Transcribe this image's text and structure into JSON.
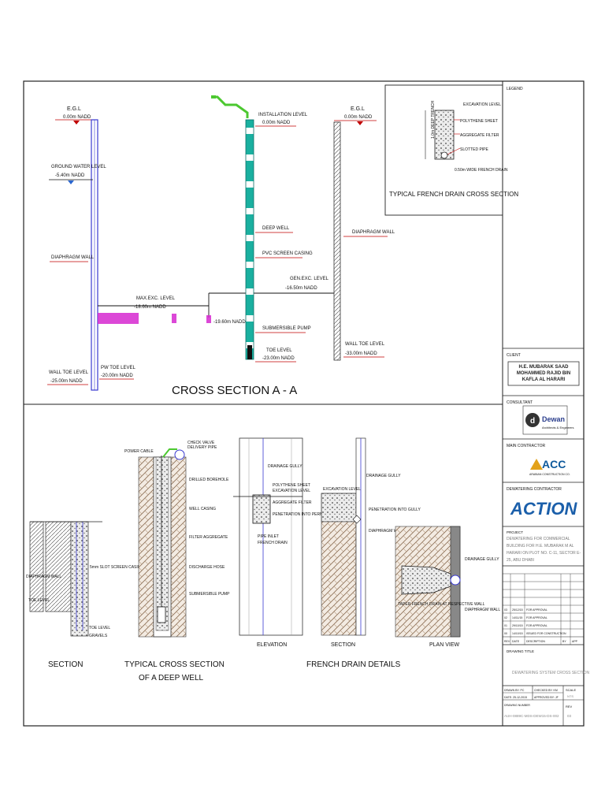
{
  "section_aa": {
    "title": "CROSS SECTION A - A",
    "left_egl": {
      "label": "E.G.L",
      "value": "0.00m NADD"
    },
    "ground_water": {
      "label": "GROUND WATER LEVEL",
      "value": "-5.40m NADD"
    },
    "diaphragm_wall_left": "DIAPHRAGM WALL",
    "wall_toe_left": {
      "label": "WALL TOE LEVEL",
      "value": "-25.00m NADD"
    },
    "pw_toe": {
      "label": "PW TOE LEVEL",
      "value": "-20.00m NADD"
    },
    "max_exc": {
      "label": "MAX.EXC. LEVEL",
      "value": "-18.60m NADD"
    },
    "side_level": "-19.60m NADD",
    "installation_level": {
      "label": "INSTALLATION LEVEL",
      "value": "0.00m NADD"
    },
    "deep_well": "DEEP WELL",
    "pvc_screen": "PVC SCREEN CASING",
    "gen_exc": {
      "label": "GEN.EXC. LEVEL",
      "value": "-16.50m NADD"
    },
    "submersible_pump": "SUBMERSIBLE PUMP",
    "toe_level": {
      "label": "TOE LEVEL",
      "value": "-23.00m NADD"
    },
    "right_egl": {
      "label": "E.G.L",
      "value": "0.00m NADD"
    },
    "diaphragm_wall_right": "DIAPHRAGM WALL",
    "wall_toe_right": {
      "label": "WALL TOE LEVEL",
      "value": "-33.00m NADD"
    }
  },
  "typical_french_drain": {
    "title": "TYPICAL FRENCH DRAIN CROSS SECTION",
    "excavation_level": "EXCAVATION LEVEL",
    "polythene_sheet": "POLYTHENE SHEET",
    "aggregate_filter": "AGGREGATE FILTER",
    "slotted_pipe": "SLOTTED PIPE",
    "depth_note": "1.0m DEEP TRENCH",
    "width_note": "0.50m WIDE FRENCH DRAIN"
  },
  "details": {
    "section": {
      "title": "SECTION",
      "diaphragm_wall": "DIAPHRAGM WALL",
      "toe_level": "TOE LEVEL",
      "well_note": "5mm SLOT SCREEN CASING",
      "bottom_level": "TOE LEVEL",
      "gravel": "GRAVELS"
    },
    "deep_well": {
      "title_line1": "TYPICAL CROSS SECTION",
      "title_line2": "OF A DEEP WELL",
      "power_cable": "POWER CABLE",
      "check_valve": "CHECK VALVE",
      "delivery_pipe": "DELIVERY PIPE",
      "drilled_borehole": "DRILLED BOREHOLE",
      "well_casing": "WELL CASING",
      "filter_aggregate": "FILTER AGGREGATE",
      "discharge_hose": "DISCHARGE HOSE",
      "submersible_pump": "SUBMERSIBLE PUMP"
    },
    "french_drain": {
      "title": "FRENCH DRAIN DETAILS",
      "elevation": "ELEVATION",
      "section": "SECTION",
      "plan_view": "PLAN VIEW",
      "drainage_gully": "DRAINAGE GULLY",
      "polythene_sheet": "POLYTHENE SHEET",
      "excavation_level": "EXCAVATION LEVEL",
      "aggregate_filter": "AGGREGATE FILTER",
      "penetration": "PENETRATION INTO PERMANENT CASING",
      "pipe_inlet": "PIPE INLET",
      "french_drain": "FRENCH DRAIN",
      "taper_note": "TAPER FRENCH DRAIN AT RESPECTIVE WALL",
      "diaphragm_wall": "DIAPHRAGM WALL",
      "penetration_into_gully": "PENETRATION INTO GULLY",
      "diaphragm_wall_plan": "DIAPHRAGM WALL"
    }
  },
  "title_block": {
    "legend_header": "LEGEND",
    "client_header": "CLIENT",
    "client_name": "H.E. MUBARAK SAAD MOHAMMED RAJID BIN KAFLA AL HARARI",
    "consultant_header": "CONSULTANT",
    "consultant_name": "Dewan",
    "consultant_sub": "Architects & Engineers",
    "main_contractor_header": "MAIN CONTRACTOR",
    "main_contractor_name": "ACC",
    "main_contractor_sub": "ARABIAN CONSTRUCTION CO.",
    "dewatering_contractor_header": "DEWATERING CONTRACTOR",
    "dewatering_contractor_name": "ACTION",
    "project_header": "PROJECT",
    "project_text": "DEWATERING FOR COMMERCIAL BUILDING FOR H.E. MUBARAK M AL HARARI ON PLOT NO. C-11, SECTOR E-25, ABU DHABI",
    "revisions": [
      {
        "rev": "03",
        "date": "25/12/15",
        "desc": "FOR APPROVAL"
      },
      {
        "rev": "02",
        "date": "14/11/15",
        "desc": "FOR APPROVAL"
      },
      {
        "rev": "01",
        "date": "29/10/15",
        "desc": "FOR APPROVAL"
      },
      {
        "rev": "00",
        "date": "14/10/15",
        "desc": "ISSUED FOR CONSTRUCTION"
      }
    ],
    "rev_headers": {
      "rev": "REV",
      "date": "DATE",
      "desc": "DESCRIPTION",
      "by": "BY",
      "app": "APP"
    },
    "drawing_title_header": "DRAWING TITLE",
    "drawing_title": "DEWATERING SYSTEM CROSS SECTION",
    "drawn_by": "DRAWN BY: PC",
    "checked_by": "CHECKED BY: KM",
    "date": "DATE: 25-12-2015",
    "approved_by": "APPROVED BY: JF",
    "scale_label": "SCALE",
    "scale_value": "NTS",
    "drawing_no_label": "DRAWING NUMBER",
    "drawing_no": "AUH-0889C-MDS-DEW15-DS-002",
    "rev_label": "REV",
    "rev_value": "03"
  },
  "colors": {
    "annotation_red": "#c00000",
    "diaphragm_blue": "#3a3ad0",
    "deep_well_teal": "#1ab0a0",
    "pipe_green": "#4cc830",
    "excavation_magenta": "#d628d0",
    "soil_brown": "#c9b29a"
  }
}
